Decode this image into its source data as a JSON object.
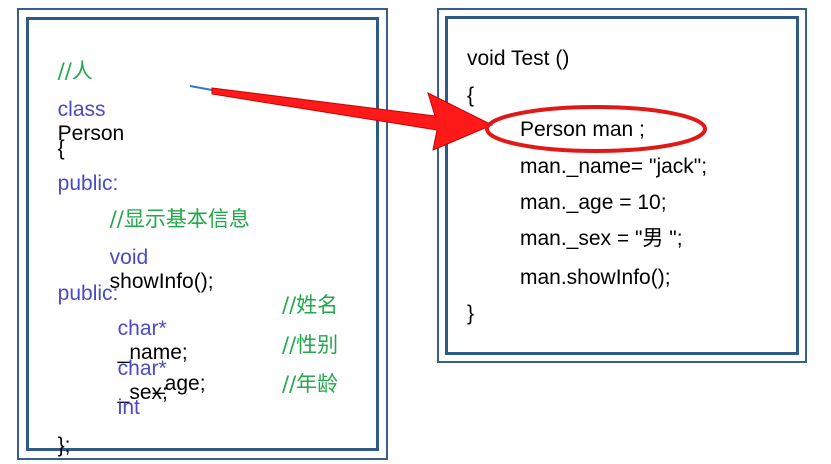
{
  "left": {
    "comment_person": "//人",
    "class_kw": "class",
    "class_name": "Person",
    "open_brace": "{",
    "public1": "public:",
    "comment_show": "//显示基本信息",
    "void_kw": "void",
    "show_fn": "showInfo();",
    "public2": "public:",
    "char1_kw": "char*",
    "name_field": "_name;",
    "comment_name": "//姓名",
    "char2_kw": "char*",
    "sex_field": "_sex;",
    "comment_sex": "//性别",
    "int_kw": "int",
    "age_field": "_age;",
    "comment_age": "//年龄",
    "close_brace": "};"
  },
  "right": {
    "signature": "void Test ()",
    "open_brace": "{",
    "decl": "Person man ;",
    "assign_name": "man._name= \"jack\";",
    "assign_age": "man._age = 10;",
    "assign_sex": "man._sex = \"男 \";",
    "call": "man.showInfo();",
    "close_brace": "}"
  },
  "colors": {
    "keyword": "#4a49c8",
    "comment": "#22a84a",
    "border": "#2f5a86",
    "arrow": "#ff1a1a",
    "highlight": "#e01818"
  }
}
